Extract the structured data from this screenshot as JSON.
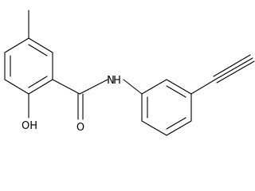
{
  "diagram": {
    "type": "chemical-structure",
    "atom_labels": {
      "nh": "N",
      "nh_h": "H",
      "oxygen": "O",
      "hydroxyl": "OH"
    },
    "colors": {
      "bond": "#000000",
      "label": "#000000",
      "background": "#ffffff"
    }
  }
}
